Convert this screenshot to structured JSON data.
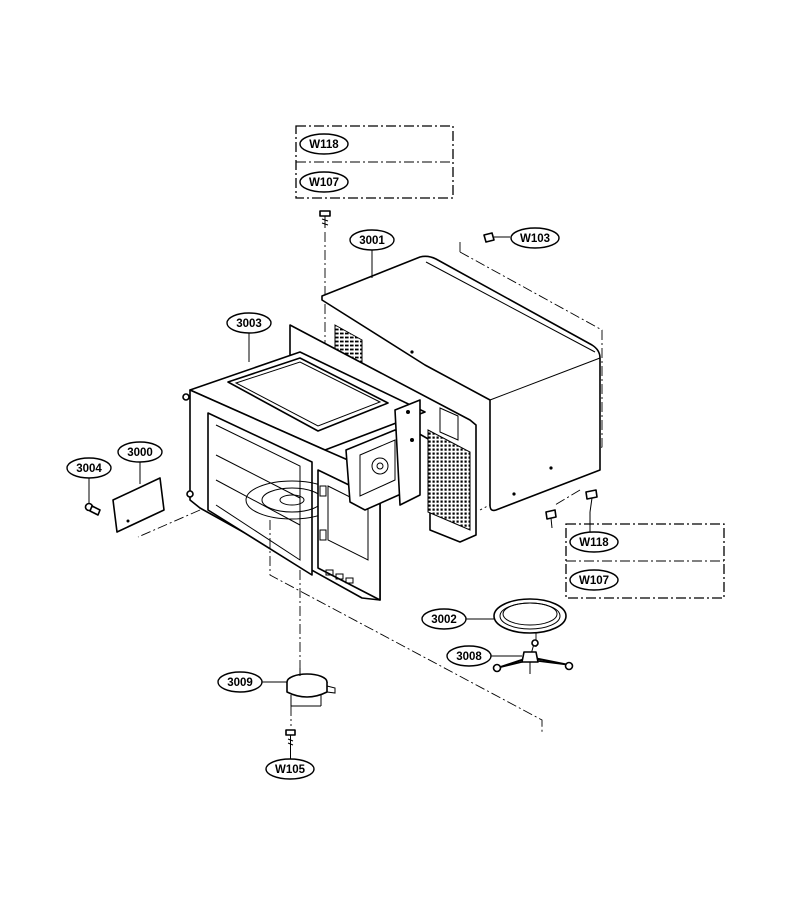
{
  "callouts": {
    "w118_top": "W118",
    "w107_top": "W107",
    "w103": "W103",
    "c3001": "3001",
    "c3003": "3003",
    "c3000": "3000",
    "c3004": "3004",
    "w118_right": "W118",
    "w107_right": "W107",
    "c3002": "3002",
    "c3008": "3008",
    "c3009": "3009",
    "w105": "W105"
  }
}
